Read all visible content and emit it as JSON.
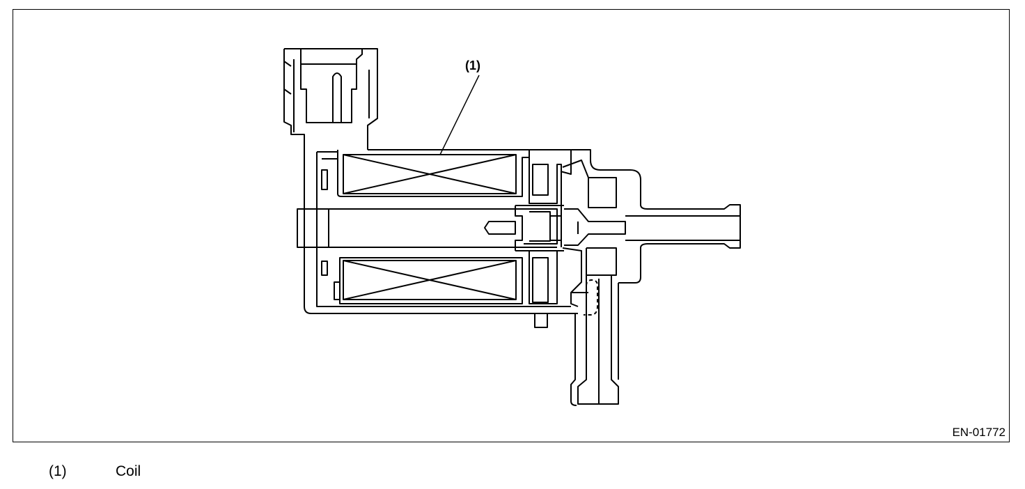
{
  "figure": {
    "callout_label": "(1)",
    "figure_code": "EN-01772"
  },
  "legend": {
    "items": [
      {
        "number": "(1)",
        "name": "Coil"
      }
    ]
  }
}
